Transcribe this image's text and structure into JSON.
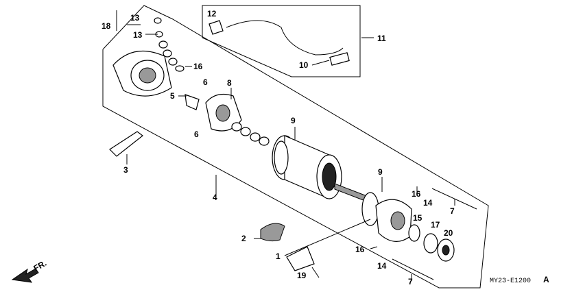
{
  "callouts": {
    "c1": "1",
    "c2": "2",
    "c3": "3",
    "c4": "4",
    "c5": "5",
    "c6a": "6",
    "c6b": "6",
    "c7a": "7",
    "c7b": "7",
    "c8": "8",
    "c9a": "9",
    "c9b": "9",
    "c10": "10",
    "c11": "11",
    "c12": "12",
    "c13a": "13",
    "c13b": "13",
    "c14a": "14",
    "c14b": "14",
    "c15": "15",
    "c16a": "16",
    "c16b": "16",
    "c16c": "16",
    "c17": "17",
    "c18": "18",
    "c19": "19",
    "c20": "20"
  },
  "direction_label": "FR.",
  "drawing_code": "MY23-E1200",
  "drawing_code_suffix": "A"
}
